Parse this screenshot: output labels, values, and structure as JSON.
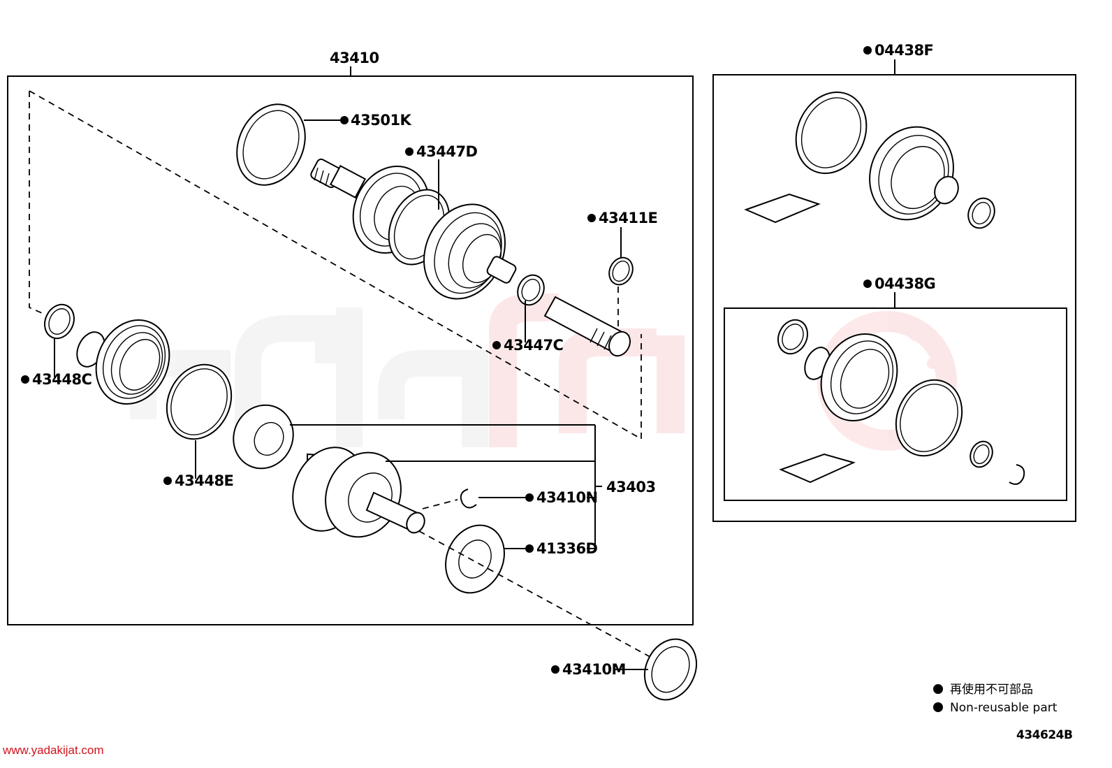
{
  "diagram": {
    "assembly_label": "43410",
    "callouts": {
      "c43501K": "43501K",
      "c43447D": "43447D",
      "c43411E": "43411E",
      "c43447C": "43447C",
      "c43448C": "43448C",
      "c43448E": "43448E",
      "c43403": "43403",
      "c43410N": "43410N",
      "c41336D": "41336D",
      "c43410M": "43410M",
      "c04438F": "04438F",
      "c04438G": "04438G"
    },
    "legend": {
      "line1": "再使用不可部品",
      "line2": "Non-reusable part"
    },
    "diagram_id": "434624B",
    "watermark_url": "www.yadakijat.com"
  },
  "colors": {
    "line": "#000000",
    "watermark_red": "#e8232a",
    "watermark_gray": "#9a9a9a",
    "url_red": "#d0141c"
  }
}
